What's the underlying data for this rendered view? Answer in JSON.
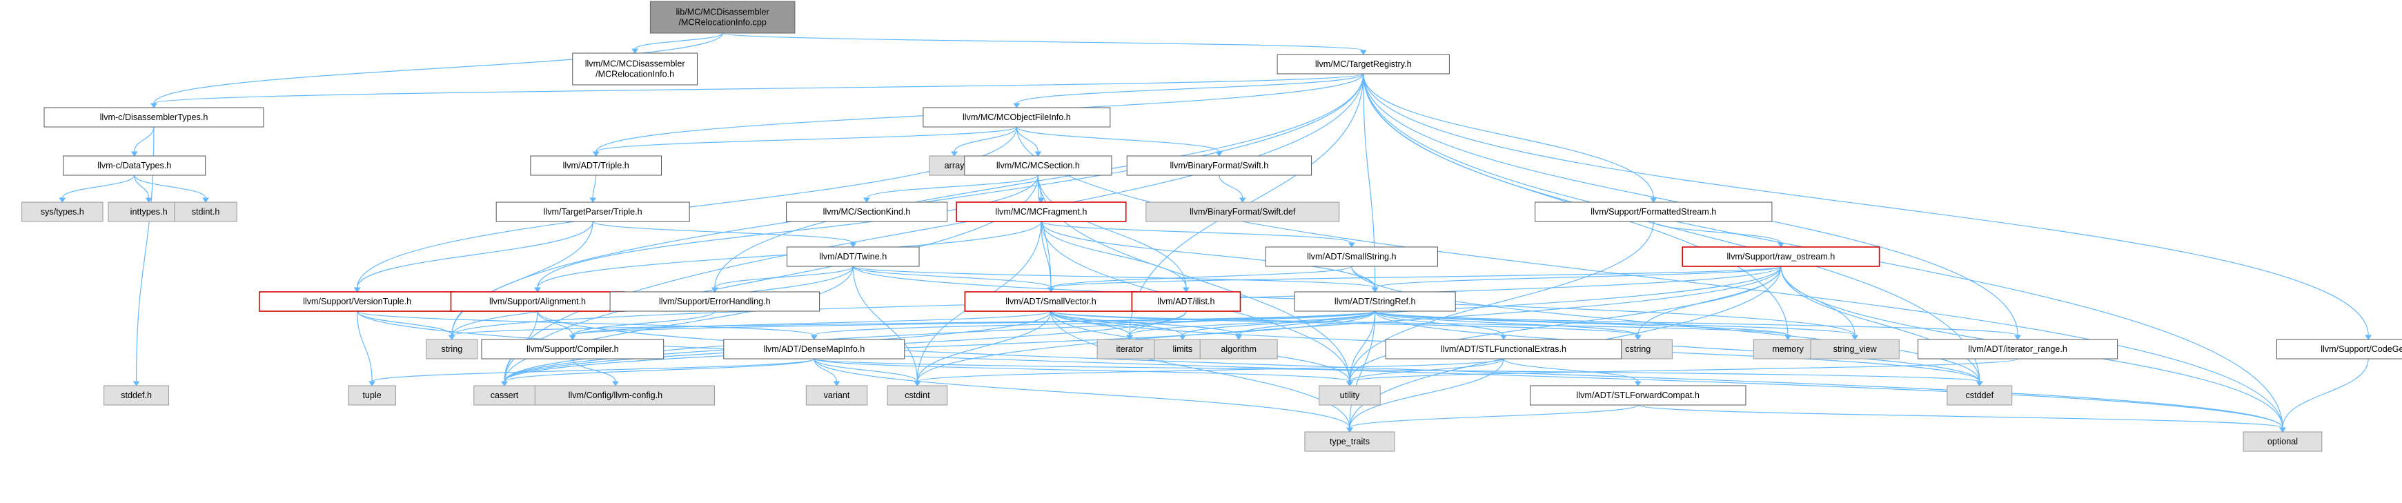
{
  "nodes": [
    {
      "id": "root",
      "lines": [
        "lib/MC/MCDisassembler",
        "/MCRelocationInfo.cpp"
      ],
      "style": "root"
    },
    {
      "id": "mcrelinfo_h",
      "lines": [
        "llvm/MC/MCDisassembler",
        "/MCRelocationInfo.h"
      ],
      "style": "default"
    },
    {
      "id": "target_registry",
      "lines": [
        "llvm/MC/TargetRegistry.h"
      ],
      "style": "default"
    },
    {
      "id": "disasm_types",
      "lines": [
        "llvm-c/DisassemblerTypes.h"
      ],
      "style": "default"
    },
    {
      "id": "mcobjfileinfo",
      "lines": [
        "llvm/MC/MCObjectFileInfo.h"
      ],
      "style": "default"
    },
    {
      "id": "datatypes",
      "lines": [
        "llvm-c/DataTypes.h"
      ],
      "style": "default"
    },
    {
      "id": "array",
      "lines": [
        "array"
      ],
      "style": "grey"
    },
    {
      "id": "mcsection",
      "lines": [
        "llvm/MC/MCSection.h"
      ],
      "style": "default"
    },
    {
      "id": "triple",
      "lines": [
        "llvm/ADT/Triple.h"
      ],
      "style": "default"
    },
    {
      "id": "binswift",
      "lines": [
        "llvm/BinaryFormat/Swift.h"
      ],
      "style": "default"
    },
    {
      "id": "systypes",
      "lines": [
        "sys/types.h"
      ],
      "style": "grey"
    },
    {
      "id": "inttypes",
      "lines": [
        "inttypes.h"
      ],
      "style": "grey"
    },
    {
      "id": "stdint",
      "lines": [
        "stdint.h"
      ],
      "style": "grey"
    },
    {
      "id": "swiftdef",
      "lines": [
        "llvm/BinaryFormat/Swift.def"
      ],
      "style": "grey"
    },
    {
      "id": "sectionkind",
      "lines": [
        "llvm/MC/SectionKind.h"
      ],
      "style": "default"
    },
    {
      "id": "mcfragment",
      "lines": [
        "llvm/MC/MCFragment.h"
      ],
      "style": "red"
    },
    {
      "id": "targettriple",
      "lines": [
        "llvm/TargetParser/Triple.h"
      ],
      "style": "default"
    },
    {
      "id": "fmtstream",
      "lines": [
        "llvm/Support/FormattedStream.h"
      ],
      "style": "default"
    },
    {
      "id": "smallstring",
      "lines": [
        "llvm/ADT/SmallString.h"
      ],
      "style": "default"
    },
    {
      "id": "twine",
      "lines": [
        "llvm/ADT/Twine.h"
      ],
      "style": "default"
    },
    {
      "id": "rawostream",
      "lines": [
        "llvm/Support/raw_ostream.h"
      ],
      "style": "red"
    },
    {
      "id": "versiontuple",
      "lines": [
        "llvm/Support/VersionTuple.h"
      ],
      "style": "red"
    },
    {
      "id": "alignment",
      "lines": [
        "llvm/Support/Alignment.h"
      ],
      "style": "red"
    },
    {
      "id": "errorhandling",
      "lines": [
        "llvm/Support/ErrorHandling.h"
      ],
      "style": "default"
    },
    {
      "id": "smallvector",
      "lines": [
        "llvm/ADT/SmallVector.h"
      ],
      "style": "red"
    },
    {
      "id": "ilist",
      "lines": [
        "llvm/ADT/ilist.h"
      ],
      "style": "red"
    },
    {
      "id": "stringref",
      "lines": [
        "llvm/ADT/StringRef.h"
      ],
      "style": "default"
    },
    {
      "id": "string",
      "lines": [
        "string"
      ],
      "style": "grey"
    },
    {
      "id": "compiler",
      "lines": [
        "llvm/Support/Compiler.h"
      ],
      "style": "default"
    },
    {
      "id": "densemapinfo",
      "lines": [
        "llvm/ADT/DenseMapInfo.h"
      ],
      "style": "default"
    },
    {
      "id": "iterator",
      "lines": [
        "iterator"
      ],
      "style": "grey"
    },
    {
      "id": "limits",
      "lines": [
        "limits"
      ],
      "style": "grey"
    },
    {
      "id": "algorithm",
      "lines": [
        "algorithm"
      ],
      "style": "grey"
    },
    {
      "id": "cstring",
      "lines": [
        "cstring"
      ],
      "style": "grey"
    },
    {
      "id": "memory",
      "lines": [
        "memory"
      ],
      "style": "grey"
    },
    {
      "id": "stringview",
      "lines": [
        "string_view"
      ],
      "style": "grey"
    },
    {
      "id": "stlfunc",
      "lines": [
        "llvm/ADT/STLFunctionalExtras.h"
      ],
      "style": "default"
    },
    {
      "id": "iterrange",
      "lines": [
        "llvm/ADT/iterator_range.h"
      ],
      "style": "default"
    },
    {
      "id": "codegen",
      "lines": [
        "llvm/Support/CodeGen.h"
      ],
      "style": "default"
    },
    {
      "id": "stddef",
      "lines": [
        "stddef.h"
      ],
      "style": "grey"
    },
    {
      "id": "tuple",
      "lines": [
        "tuple"
      ],
      "style": "grey"
    },
    {
      "id": "llvmconfig",
      "lines": [
        "llvm/Config/llvm-config.h"
      ],
      "style": "grey"
    },
    {
      "id": "cassert",
      "lines": [
        "cassert"
      ],
      "style": "grey"
    },
    {
      "id": "variant",
      "lines": [
        "variant"
      ],
      "style": "grey"
    },
    {
      "id": "cstdint",
      "lines": [
        "cstdint"
      ],
      "style": "grey"
    },
    {
      "id": "utility",
      "lines": [
        "utility"
      ],
      "style": "grey"
    },
    {
      "id": "stlfwd",
      "lines": [
        "llvm/ADT/STLForwardCompat.h"
      ],
      "style": "default"
    },
    {
      "id": "cstddef",
      "lines": [
        "cstddef"
      ],
      "style": "grey"
    },
    {
      "id": "typetraits",
      "lines": [
        "type_traits"
      ],
      "style": "grey"
    },
    {
      "id": "optional",
      "lines": [
        "optional"
      ],
      "style": "grey"
    }
  ],
  "edges": [
    [
      "root",
      "mcrelinfo_h"
    ],
    [
      "root",
      "target_registry"
    ],
    [
      "root",
      "disasm_types"
    ],
    [
      "target_registry",
      "disasm_types"
    ],
    [
      "target_registry",
      "mcobjfileinfo"
    ],
    [
      "target_registry",
      "triple"
    ],
    [
      "target_registry",
      "fmtstream"
    ],
    [
      "target_registry",
      "stringref"
    ],
    [
      "target_registry",
      "codegen"
    ],
    [
      "target_registry",
      "errorhandling"
    ],
    [
      "target_registry",
      "iterrange"
    ],
    [
      "target_registry",
      "cassert"
    ],
    [
      "target_registry",
      "cstddef"
    ],
    [
      "target_registry",
      "iterator"
    ],
    [
      "target_registry",
      "memory"
    ],
    [
      "target_registry",
      "optional"
    ],
    [
      "target_registry",
      "string"
    ],
    [
      "disasm_types",
      "datatypes"
    ],
    [
      "disasm_types",
      "stddef"
    ],
    [
      "datatypes",
      "systypes"
    ],
    [
      "datatypes",
      "inttypes"
    ],
    [
      "datatypes",
      "stdint"
    ],
    [
      "mcobjfileinfo",
      "array"
    ],
    [
      "mcobjfileinfo",
      "mcsection"
    ],
    [
      "mcobjfileinfo",
      "triple"
    ],
    [
      "mcobjfileinfo",
      "binswift"
    ],
    [
      "mcobjfileinfo",
      "versiontuple"
    ],
    [
      "mcobjfileinfo",
      "optional"
    ],
    [
      "binswift",
      "swiftdef"
    ],
    [
      "mcsection",
      "sectionkind"
    ],
    [
      "mcsection",
      "mcfragment"
    ],
    [
      "mcsection",
      "smallvector"
    ],
    [
      "mcsection",
      "ilist"
    ],
    [
      "mcsection",
      "alignment"
    ],
    [
      "mcsection",
      "cassert"
    ],
    [
      "mcsection",
      "utility"
    ],
    [
      "triple",
      "targettriple"
    ],
    [
      "targettriple",
      "twine"
    ],
    [
      "targettriple",
      "versiontuple"
    ],
    [
      "targettriple",
      "string"
    ],
    [
      "mcfragment",
      "smallstring"
    ],
    [
      "mcfragment",
      "smallvector"
    ],
    [
      "mcfragment",
      "stringref"
    ],
    [
      "mcfragment",
      "ilist"
    ],
    [
      "mcfragment",
      "alignment"
    ],
    [
      "mcfragment",
      "cstdint"
    ],
    [
      "mcfragment",
      "utility"
    ],
    [
      "fmtstream",
      "rawostream"
    ],
    [
      "fmtstream",
      "utility"
    ],
    [
      "smallstring",
      "smallvector"
    ],
    [
      "smallstring",
      "stringref"
    ],
    [
      "smallstring",
      "cstddef"
    ],
    [
      "twine",
      "smallvector"
    ],
    [
      "twine",
      "stringref"
    ],
    [
      "twine",
      "errorhandling"
    ],
    [
      "twine",
      "cassert"
    ],
    [
      "twine",
      "cstdint"
    ],
    [
      "twine",
      "string"
    ],
    [
      "twine",
      "stringview"
    ],
    [
      "rawostream",
      "smallvector"
    ],
    [
      "rawostream",
      "stringref"
    ],
    [
      "rawostream",
      "cassert"
    ],
    [
      "rawostream",
      "cstddef"
    ],
    [
      "rawostream",
      "cstdint"
    ],
    [
      "rawostream",
      "cstring"
    ],
    [
      "rawostream",
      "optional"
    ],
    [
      "rawostream",
      "string"
    ],
    [
      "rawostream",
      "stringview"
    ],
    [
      "rawostream",
      "typetraits"
    ],
    [
      "rawostream",
      "utility"
    ],
    [
      "versiontuple",
      "densemapinfo"
    ],
    [
      "versiontuple",
      "string"
    ],
    [
      "versiontuple",
      "tuple"
    ],
    [
      "versiontuple",
      "optional"
    ],
    [
      "alignment",
      "compiler"
    ],
    [
      "alignment",
      "cassert"
    ],
    [
      "alignment",
      "optional"
    ],
    [
      "errorhandling",
      "compiler"
    ],
    [
      "smallvector",
      "compiler"
    ],
    [
      "smallvector",
      "algorithm"
    ],
    [
      "smallvector",
      "cassert"
    ],
    [
      "smallvector",
      "cstddef"
    ],
    [
      "smallvector",
      "cstring"
    ],
    [
      "smallvector",
      "iterator"
    ],
    [
      "smallvector",
      "limits"
    ],
    [
      "smallvector",
      "memory"
    ],
    [
      "smallvector",
      "utility"
    ],
    [
      "smallvector",
      "cstdint"
    ],
    [
      "smallvector",
      "typetraits"
    ],
    [
      "ilist",
      "iterator"
    ],
    [
      "ilist",
      "cassert"
    ],
    [
      "stringref",
      "densemapinfo"
    ],
    [
      "stringref",
      "stlfunc"
    ],
    [
      "stringref",
      "iterrange"
    ],
    [
      "stringref",
      "compiler"
    ],
    [
      "stringref",
      "algorithm"
    ],
    [
      "stringref",
      "cassert"
    ],
    [
      "stringref",
      "cstddef"
    ],
    [
      "stringref",
      "cstring"
    ],
    [
      "stringref",
      "limits"
    ],
    [
      "stringref",
      "string"
    ],
    [
      "stringref",
      "typetraits"
    ],
    [
      "stringref",
      "utility"
    ],
    [
      "stringref",
      "iterator"
    ],
    [
      "stringref",
      "memory"
    ],
    [
      "stringref",
      "stringview"
    ],
    [
      "compiler",
      "llvmconfig"
    ],
    [
      "densemapinfo",
      "cassert"
    ],
    [
      "densemapinfo",
      "cstddef"
    ],
    [
      "densemapinfo",
      "cstdint"
    ],
    [
      "densemapinfo",
      "tuple"
    ],
    [
      "densemapinfo",
      "typetraits"
    ],
    [
      "densemapinfo",
      "utility"
    ],
    [
      "densemapinfo",
      "variant"
    ],
    [
      "stlfunc",
      "stlfwd"
    ],
    [
      "stlfunc",
      "cstdint"
    ],
    [
      "stlfunc",
      "typetraits"
    ],
    [
      "stlfunc",
      "utility"
    ],
    [
      "iterrange",
      "utility"
    ],
    [
      "stlfwd",
      "optional"
    ],
    [
      "stlfwd",
      "typetraits"
    ],
    [
      "codegen",
      "optional"
    ]
  ]
}
